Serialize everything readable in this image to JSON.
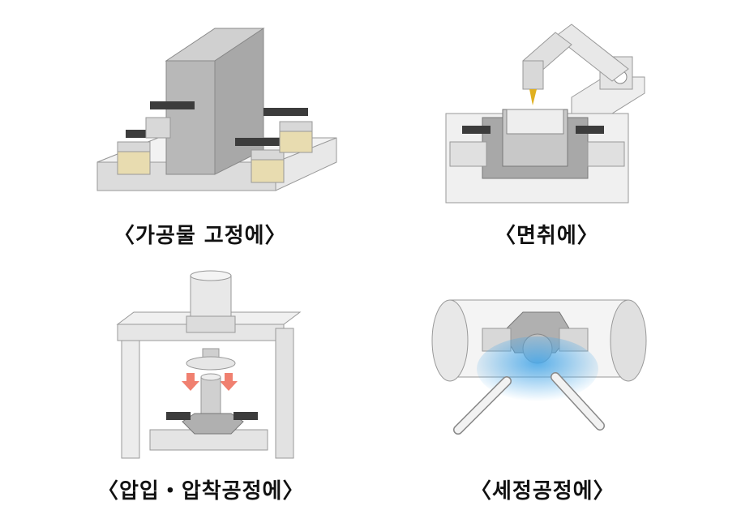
{
  "panels": [
    {
      "caption": "〈가공물 고정에〉",
      "illustration": "workpiece-fixing"
    },
    {
      "caption": "〈면취에〉",
      "illustration": "chamfering-robot"
    },
    {
      "caption": "〈압입・압착공정에〉",
      "illustration": "press-fitting"
    },
    {
      "caption": "〈세정공정에〉",
      "illustration": "cleaning-process"
    }
  ],
  "colors": {
    "metal": "#c8c8c8",
    "metal_dark": "#8a8a8a",
    "clamp": "#3c3c3c",
    "brass": "#e8dcb0",
    "spray": "#4aa8e8",
    "arrow": "#f08070"
  }
}
